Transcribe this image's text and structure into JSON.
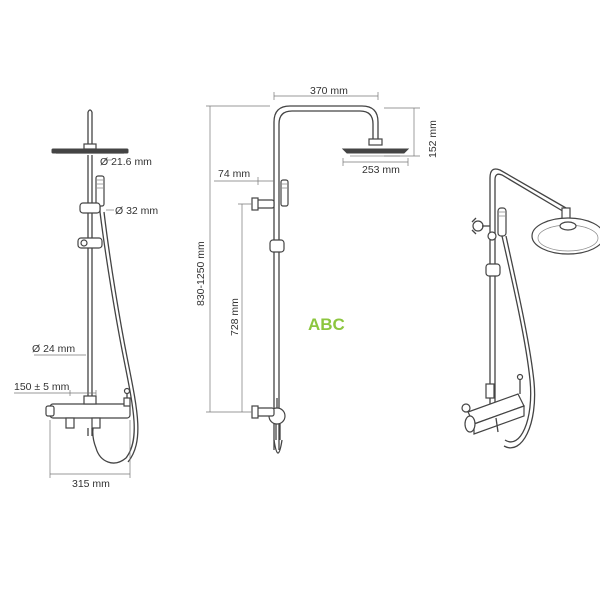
{
  "labels": {
    "head_diameter": "Ø 21.6 mm",
    "handshower_diameter": "Ø 32 mm",
    "rail_diameter": "Ø 24 mm",
    "inlet_distance": "150 ± 5 mm",
    "mixer_width": "315 mm",
    "arm_length": "370 mm",
    "arm_drop": "152 mm",
    "head_width": "253 mm",
    "wall_offset": "74 mm",
    "total_height": "830-1250 mm",
    "rail_height": "728 mm"
  },
  "watermark": "ABC",
  "colors": {
    "line": "#444444",
    "dimension": "#777777",
    "text": "#333333",
    "watermark": "#8cc63f"
  }
}
